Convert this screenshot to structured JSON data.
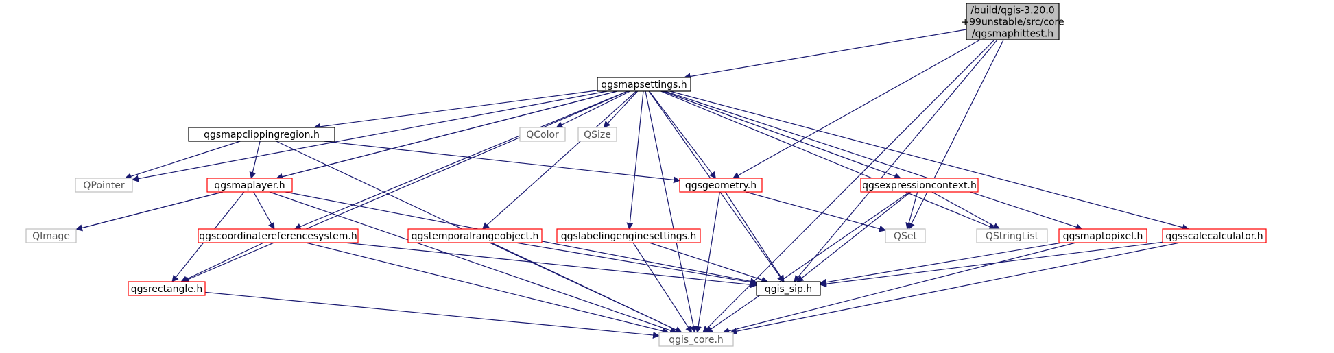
{
  "colors": {
    "edge": "#191970",
    "root_fill": "#bfbfbf",
    "root_border": "#000000",
    "normal_border": "#000000",
    "red_border": "#ff0000",
    "gray_border": "#bfbfbf",
    "text": "#000000",
    "gray_text": "#555555"
  },
  "nodes": [
    {
      "id": "root",
      "lines": [
        "/build/qgis-3.20.0",
        "+99unstable/src/core",
        "/qgsmaphittest.h"
      ],
      "style": "root"
    },
    {
      "id": "mapsettings",
      "lines": [
        "qgsmapsettings.h"
      ],
      "style": "normal"
    },
    {
      "id": "clipping",
      "lines": [
        "qgsmapclippingregion.h"
      ],
      "style": "normal"
    },
    {
      "id": "qcolor",
      "lines": [
        "QColor"
      ],
      "style": "gray"
    },
    {
      "id": "qsize",
      "lines": [
        "QSize"
      ],
      "style": "gray"
    },
    {
      "id": "qpointer",
      "lines": [
        "QPointer"
      ],
      "style": "gray"
    },
    {
      "id": "maplayer",
      "lines": [
        "qgsmaplayer.h"
      ],
      "style": "red"
    },
    {
      "id": "geometry",
      "lines": [
        "qgsgeometry.h"
      ],
      "style": "red"
    },
    {
      "id": "exprctx",
      "lines": [
        "qgsexpressioncontext.h"
      ],
      "style": "red"
    },
    {
      "id": "qimage",
      "lines": [
        "QImage"
      ],
      "style": "gray"
    },
    {
      "id": "crs",
      "lines": [
        "qgscoordinatereferencesystem.h"
      ],
      "style": "red"
    },
    {
      "id": "temporal",
      "lines": [
        "qgstemporalrangeobject.h"
      ],
      "style": "red"
    },
    {
      "id": "labeling",
      "lines": [
        "qgslabelingenginesettings.h"
      ],
      "style": "red"
    },
    {
      "id": "qset",
      "lines": [
        "QSet"
      ],
      "style": "gray"
    },
    {
      "id": "qstringlist",
      "lines": [
        "QStringList"
      ],
      "style": "gray"
    },
    {
      "id": "maptopixel",
      "lines": [
        "qgsmaptopixel.h"
      ],
      "style": "red"
    },
    {
      "id": "scalecalc",
      "lines": [
        "qgsscalecalculator.h"
      ],
      "style": "red"
    },
    {
      "id": "rectangle",
      "lines": [
        "qgsrectangle.h"
      ],
      "style": "red"
    },
    {
      "id": "sip",
      "lines": [
        "qgis_sip.h"
      ],
      "style": "normal"
    },
    {
      "id": "core",
      "lines": [
        "qgis_core.h"
      ],
      "style": "gray"
    }
  ],
  "edges": [
    [
      "root",
      "mapsettings"
    ],
    [
      "root",
      "geometry"
    ],
    [
      "root",
      "sip"
    ],
    [
      "root",
      "qset"
    ],
    [
      "root",
      "core"
    ],
    [
      "mapsettings",
      "clipping"
    ],
    [
      "mapsettings",
      "qcolor"
    ],
    [
      "mapsettings",
      "qsize"
    ],
    [
      "mapsettings",
      "qpointer"
    ],
    [
      "mapsettings",
      "maplayer"
    ],
    [
      "mapsettings",
      "geometry"
    ],
    [
      "mapsettings",
      "exprctx"
    ],
    [
      "mapsettings",
      "qimage"
    ],
    [
      "mapsettings",
      "crs"
    ],
    [
      "mapsettings",
      "temporal"
    ],
    [
      "mapsettings",
      "labeling"
    ],
    [
      "mapsettings",
      "sip"
    ],
    [
      "mapsettings",
      "qstringlist"
    ],
    [
      "mapsettings",
      "maptopixel"
    ],
    [
      "mapsettings",
      "scalecalc"
    ],
    [
      "mapsettings",
      "rectangle"
    ],
    [
      "mapsettings",
      "core"
    ],
    [
      "clipping",
      "qpointer"
    ],
    [
      "clipping",
      "maplayer"
    ],
    [
      "clipping",
      "geometry"
    ],
    [
      "clipping",
      "core"
    ],
    [
      "maplayer",
      "qimage"
    ],
    [
      "maplayer",
      "crs"
    ],
    [
      "maplayer",
      "rectangle"
    ],
    [
      "maplayer",
      "sip"
    ],
    [
      "maplayer",
      "core"
    ],
    [
      "geometry",
      "qset"
    ],
    [
      "geometry",
      "sip"
    ],
    [
      "geometry",
      "core"
    ],
    [
      "exprctx",
      "qset"
    ],
    [
      "exprctx",
      "qstringlist"
    ],
    [
      "exprctx",
      "sip"
    ],
    [
      "exprctx",
      "core"
    ],
    [
      "crs",
      "rectangle"
    ],
    [
      "crs",
      "sip"
    ],
    [
      "crs",
      "core"
    ],
    [
      "temporal",
      "sip"
    ],
    [
      "temporal",
      "core"
    ],
    [
      "labeling",
      "sip"
    ],
    [
      "labeling",
      "core"
    ],
    [
      "maptopixel",
      "sip"
    ],
    [
      "maptopixel",
      "core"
    ],
    [
      "scalecalc",
      "sip"
    ],
    [
      "scalecalc",
      "core"
    ],
    [
      "rectangle",
      "core"
    ]
  ]
}
